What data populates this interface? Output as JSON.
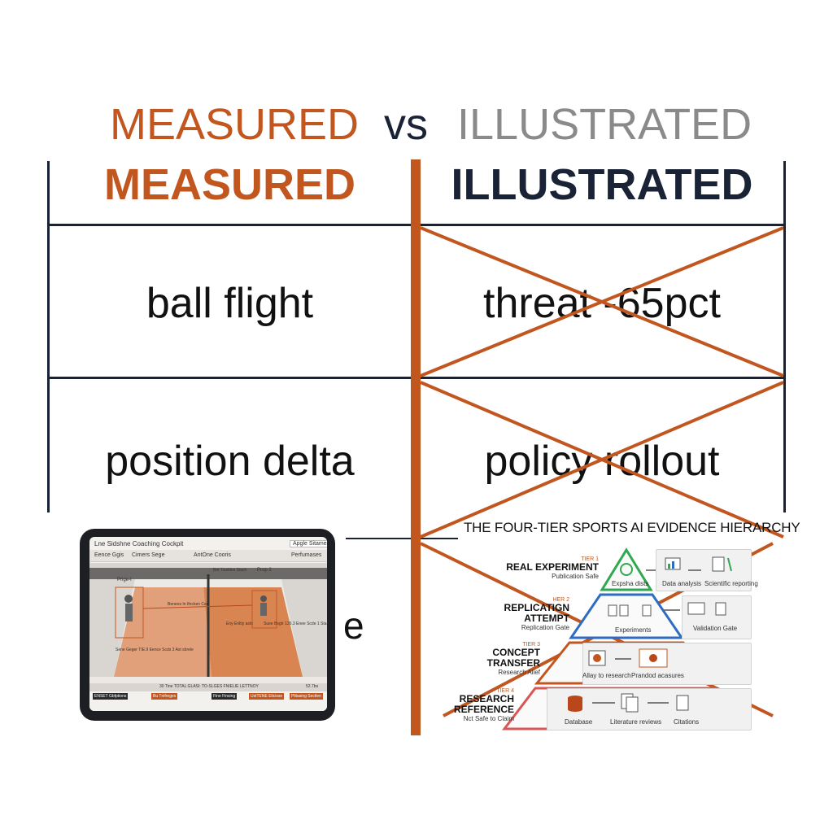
{
  "title": {
    "left": "MEASURED",
    "vs": "vs",
    "right": "ILLUSTRATED"
  },
  "table": {
    "col_left": "MEASURED",
    "col_right": "ILLUSTRATED",
    "rows": [
      {
        "measured": "ball flight",
        "illustrated": "threat -65pct"
      },
      {
        "measured": "position delta",
        "illustrated": "policy rollout"
      }
    ],
    "partial_cell": "e"
  },
  "tablet": {
    "app_title": "Lne Sidshne Coaching Cockpit",
    "top_button": "Apgle Sitame",
    "toolbar": [
      "Eence Ggis",
      "Cimers Sege",
      "AntOne Cooris",
      "Perfumases"
    ],
    "player1": "Prige-I",
    "player2": "Prop 2",
    "annotations": [
      "Bet Tiusbles Slach",
      "Beneos In Ifncken Cen",
      "Eny Enltiy aslo",
      "Suee Bsgtr 126.3 Enee Scde 1 Sta",
      "Sene Geger TIE.9 Eence Scds 3 Ast sbrele"
    ],
    "bottom_bar": "30 Tine TOTAL GLASI: TO-SLGES FNIELIE LETTNOY",
    "bottom_value": "52.7bo",
    "bottom_chips": [
      "ENSET Gbfptions",
      "Bu Tnifreges",
      "Fine Finsing",
      "UstTENE Elicisse",
      "Plitasing Sectlen"
    ]
  },
  "pyramid": {
    "title": "THE FOUR-TIER SPORTS AI EVIDENCE HIERARCHY",
    "tiers": [
      {
        "num": "TIER 1",
        "name": "REAL EXPERIMENT",
        "sub": "Publication Safe",
        "items": [
          "Expsha dists",
          "Data analysis",
          "Scientific reporting"
        ]
      },
      {
        "num": "HER 2",
        "name": "REPLICATIGN ATTEMPT",
        "sub": "Replication Gate",
        "items": [
          "Experiments",
          "Validation Gate"
        ]
      },
      {
        "num": "TIER 3",
        "name": "CONCEPT TRANSFER",
        "sub": "Research Alief",
        "items": [
          "Allay to research",
          "Prandod acasures"
        ]
      },
      {
        "num": "TIER 4",
        "name": "RESEARCH REFERENCE",
        "sub": "Nct Safe to Claim",
        "items": [
          "Database",
          "Literature reviews",
          "Citations"
        ]
      }
    ]
  },
  "colors": {
    "accent": "#c2561f",
    "navy": "#1a2236",
    "gray": "#8a8a8a",
    "tier1": "#2fa84f",
    "tier2": "#2d6cc0",
    "tier3": "#c2561f",
    "tier4": "#d95656"
  }
}
